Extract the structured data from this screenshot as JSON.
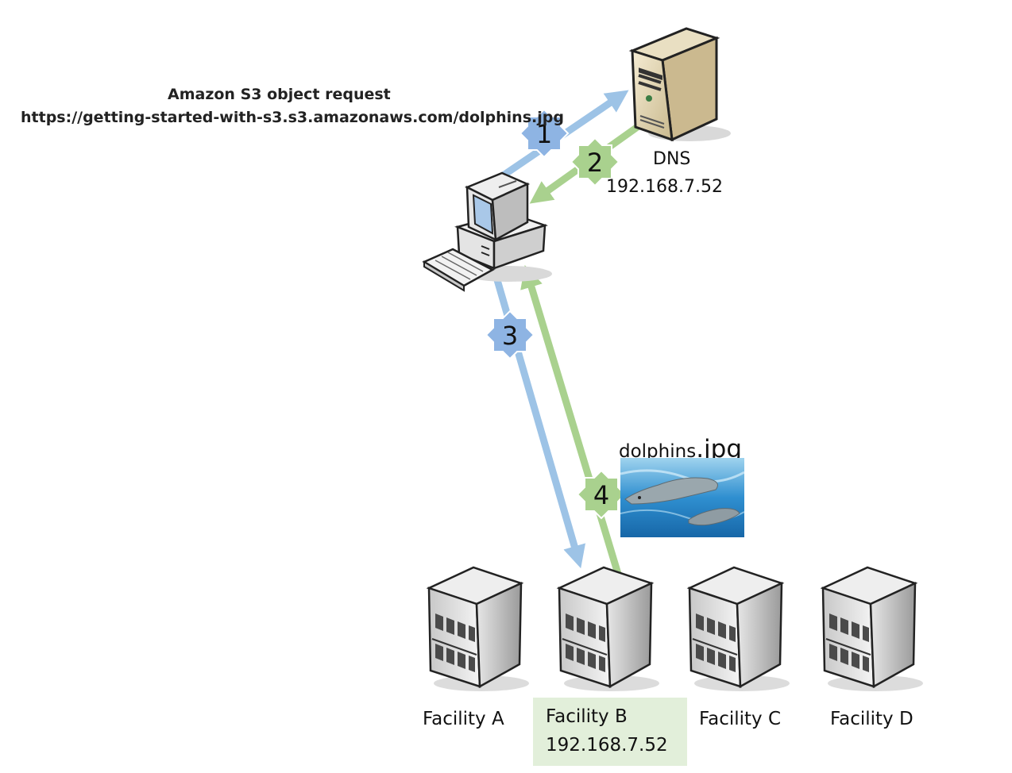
{
  "request": {
    "title": "Amazon S3 object request",
    "url": "https://getting-started-with-s3.s3.amazonaws.com/dolphins.jpg"
  },
  "dns": {
    "label": "DNS",
    "ip": "192.168.7.52"
  },
  "steps": [
    {
      "number": "1",
      "color": "#9dc3e6"
    },
    {
      "number": "2",
      "color": "#a9d18e"
    },
    {
      "number": "3",
      "color": "#9dc3e6"
    },
    {
      "number": "4",
      "color": "#a9d18e"
    }
  ],
  "object": {
    "name": "dolphins",
    "ext": ".jpg"
  },
  "facilities": [
    {
      "label": "Facility A"
    },
    {
      "label": "Facility B",
      "ip": "192.168.7.52",
      "highlight": "#e2efda"
    },
    {
      "label": "Facility C"
    },
    {
      "label": "Facility D"
    }
  ],
  "colors": {
    "request_arrow": "#9dc3e6",
    "response_arrow": "#a9d18e"
  }
}
